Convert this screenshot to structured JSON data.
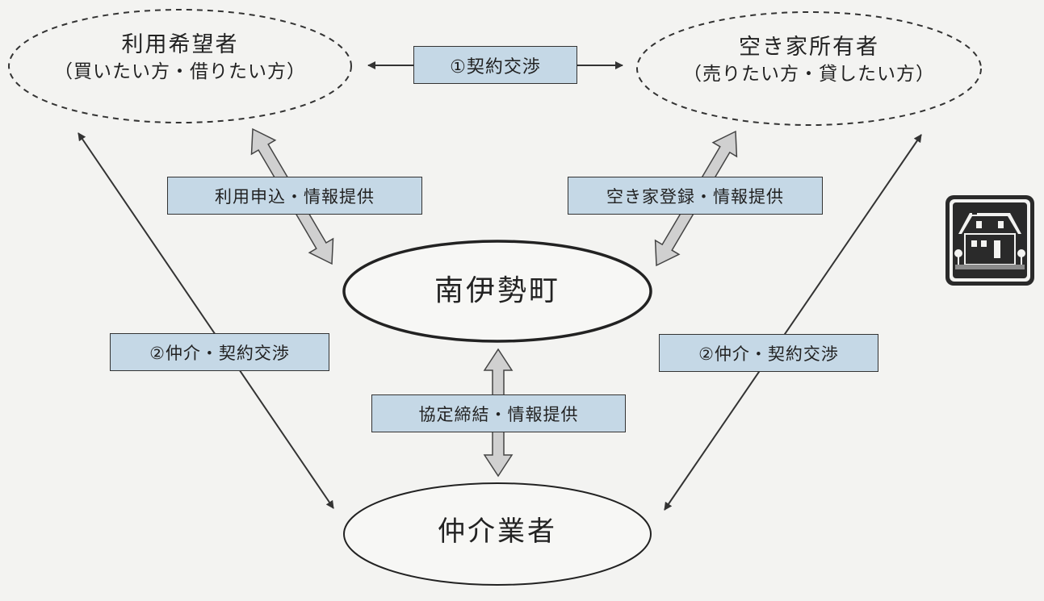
{
  "nodes": {
    "user": {
      "title": "利用希望者",
      "subtitle": "（買いたい方・借りたい方）"
    },
    "owner": {
      "title": "空き家所有者",
      "subtitle": "（売りたい方・貸したい方）"
    },
    "town": {
      "title": "南伊勢町"
    },
    "broker": {
      "title": "仲介業者"
    }
  },
  "labels": {
    "contract": "①契約交渉",
    "user_town": "利用申込・情報提供",
    "owner_town": "空き家登録・情報提供",
    "broker_user": "②仲介・契約交渉",
    "broker_owner": "②仲介・契約交渉",
    "town_broker": "協定締結・情報提供"
  },
  "icons": {
    "house": "house-icon"
  },
  "colors": {
    "label_fill": "#c5d8e6",
    "arrow_fill": "#d0d0d0",
    "line": "#333333"
  }
}
